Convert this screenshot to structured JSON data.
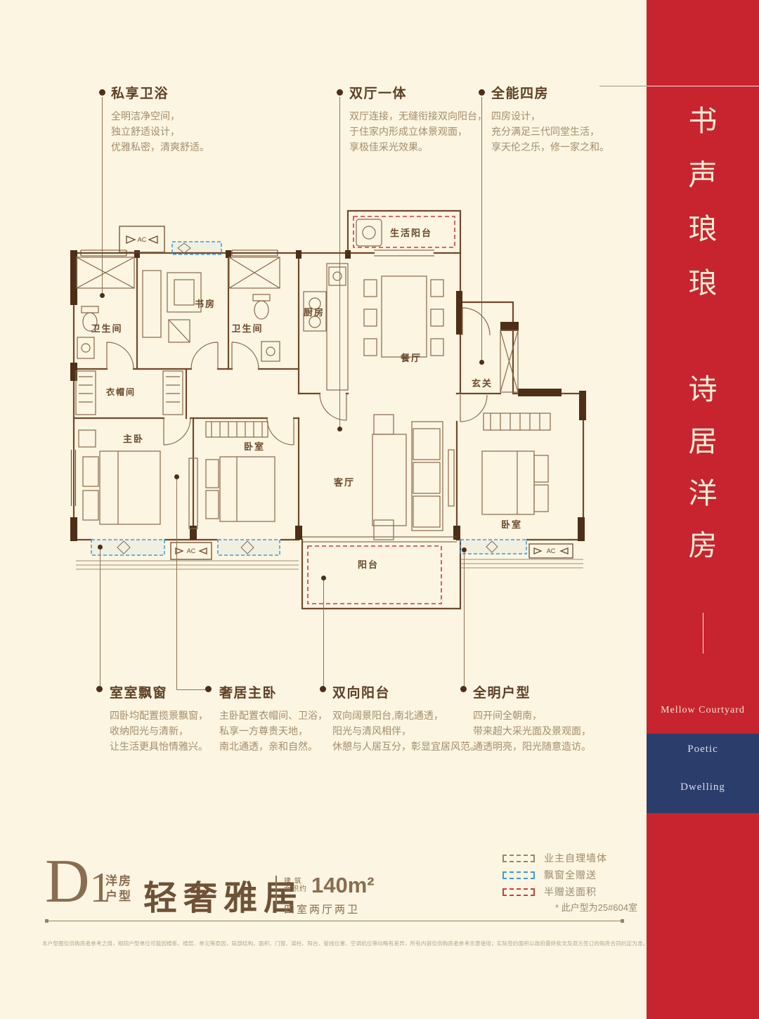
{
  "header_features": [
    {
      "title": "私享卫浴",
      "line1": "全明洁净空间，",
      "line2": "独立舒适设计，",
      "line3": "优雅私密，清爽舒适。"
    },
    {
      "title": "双厅一体",
      "line1": "双厅连接，无缝衔接双向阳台，",
      "line2": "于住家内形成立体景观面，",
      "line3": "享极佳采光效果。"
    },
    {
      "title": "全能四房",
      "line1": "四房设计，",
      "line2": "充分满足三代同堂生活，",
      "line3": "享天伦之乐，修一家之和。"
    }
  ],
  "footer_features": [
    {
      "title": "室室飘窗",
      "line1": "四卧均配置揽景飘窗，",
      "line2": "收纳阳光与清新，",
      "line3": "让生活更具怡情雅兴。"
    },
    {
      "title": "奢居主卧",
      "line1": "主卧配置衣帽间、卫浴，",
      "line2": "私享一方尊贵天地，",
      "line3": "南北通透，亲和自然。"
    },
    {
      "title": "双向阳台",
      "line1": "双向阔景阳台,南北通透，",
      "line2": "阳光与清风相伴，",
      "line3": "休憩与人居互分，彰显宜居风范。"
    },
    {
      "title": "全明户型",
      "line1": "四开间全朝南，",
      "line2": "带来超大采光面及景观面，",
      "line3": "通透明亮，阳光随意造访。"
    }
  ],
  "plan": {
    "rooms": {
      "bath1": "卫生间",
      "study": "书房",
      "bath2": "卫生间",
      "kitchen": "厨房",
      "dining": "餐厅",
      "service_balcony": "生活阳台",
      "foyer": "玄关",
      "cloak": "衣帽间",
      "master": "主卧",
      "bed2": "卧室",
      "living": "客厅",
      "bed3": "卧室",
      "balcony": "阳台"
    },
    "ac_label": "AC",
    "colors": {
      "wall": "#6f4a2c",
      "wall_dark": "#4f2e18",
      "bay_blue": "#3f9bd8",
      "gift_red": "#cf3a42"
    }
  },
  "legend": {
    "items": [
      {
        "label": "业主自理墙体"
      },
      {
        "label": "飘窗全赠送"
      },
      {
        "label": "半赠送面积"
      }
    ],
    "note": "* 此户型为25#604室"
  },
  "title_block": {
    "code": "D",
    "code_num": "1",
    "type_line1": "洋房",
    "type_line2": "户型",
    "name": "轻奢雅居",
    "area_label_line1": "建 筑",
    "area_label_line2": "面积约",
    "area_value": "140m²",
    "layout_text": "四室两厅两卫"
  },
  "banner": {
    "red": "#c8242f",
    "navy": "#2b3d6a",
    "slogan_top": [
      "书",
      "声",
      "琅",
      "琅"
    ],
    "slogan_bottom": [
      "诗",
      "居",
      "洋",
      "房"
    ],
    "english_top": "Mellow Courtyard",
    "english_mid": "Poetic",
    "english_bottom": "Dwelling"
  },
  "disclaimer": "本户型图仅供购房者参考之用，相同户型单位可能因楼栋、楼层、单元等原因，局部结构、面积、门窗、梁柱、阳台、管线位置、空调机位等均略有差异，所有内容仅供购房者参考示意使用；实际签约面积以政府最终批文及双方签订的购房合同约定为准。"
}
